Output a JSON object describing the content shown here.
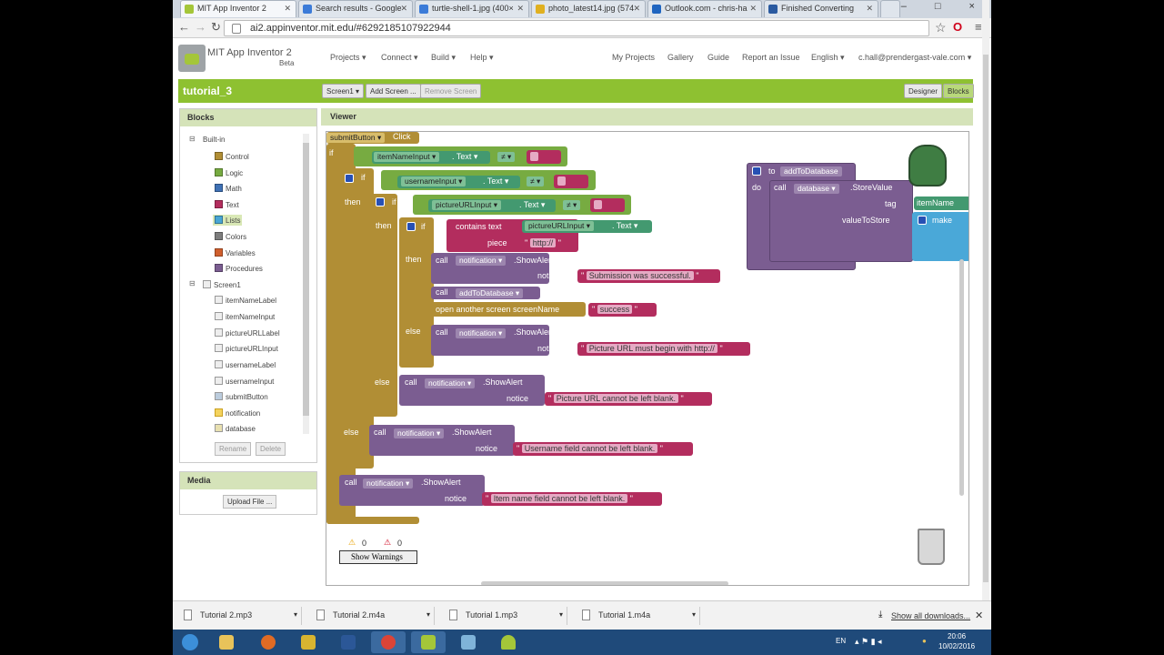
{
  "browser": {
    "tabs": [
      {
        "label": "MIT App Inventor 2",
        "color": "#a4c639"
      },
      {
        "label": "Search results - Google",
        "color": "#3b7bd8"
      },
      {
        "label": "turtle-shell-1.jpg (400×",
        "color": "#3b7bd8"
      },
      {
        "label": "photo_latest14.jpg (574",
        "color": "#e0b020"
      },
      {
        "label": "Outlook.com - chris-ha",
        "color": "#1f65c0"
      },
      {
        "label": "Finished Converting",
        "color": "#2a5aa0"
      }
    ],
    "url": "ai2.appinventor.mit.edu/#6292185107922944",
    "window_controls": "– □ ×"
  },
  "app": {
    "title": "MIT App Inventor 2",
    "beta": "Beta",
    "menus": [
      "Projects ▾",
      "Connect ▾",
      "Build ▾",
      "Help ▾"
    ],
    "right_links": [
      "My Projects",
      "Gallery",
      "Guide",
      "Report an Issue",
      "English ▾",
      "c.hall@prendergast-vale.com ▾"
    ]
  },
  "project": {
    "name": "tutorial_3",
    "screen_button": "Screen1 ▾",
    "add_screen": "Add Screen ...",
    "remove_screen": "Remove Screen",
    "designer": "Designer",
    "blocks": "Blocks"
  },
  "blocks_panel": {
    "title": "Blocks",
    "builtin": "Built-in",
    "categories": [
      {
        "label": "Control",
        "color": "#b18e35"
      },
      {
        "label": "Logic",
        "color": "#77ab41"
      },
      {
        "label": "Math",
        "color": "#3f71b5"
      },
      {
        "label": "Text",
        "color": "#b32d5e"
      },
      {
        "label": "Lists",
        "color": "#49a6d4"
      },
      {
        "label": "Colors",
        "color": "#7d7d7d"
      },
      {
        "label": "Variables",
        "color": "#d05f2d"
      },
      {
        "label": "Procedures",
        "color": "#7b5d91"
      }
    ],
    "screen": "Screen1",
    "components": [
      "itemNameLabel",
      "itemNameInput",
      "pictureURLLabel",
      "pictureURLInput",
      "usernameLabel",
      "usernameInput",
      "submitButton",
      "notification",
      "database"
    ],
    "rename": "Rename",
    "delete": "Delete"
  },
  "media": {
    "title": "Media",
    "upload": "Upload File ..."
  },
  "viewer": {
    "title": "Viewer",
    "event": {
      "component": "submitButton ▾",
      "event": "Click"
    },
    "kw": {
      "if": "if",
      "then": "then",
      "else": "else",
      "call": "call",
      "notice": "notice",
      "piece": "piece",
      "do": "do",
      "to": "to",
      "tag": "tag",
      "valueToStore": "valueToStore",
      "make": "make",
      "neq": "≠ ▾",
      "open_screen": "open another screen  screenName",
      "contains": "contains  text",
      "dot_text": ". Text ▾",
      "show_alert": ".ShowAlert",
      "store_value": ".StoreValue"
    },
    "components": {
      "itemNameInput": "itemNameInput ▾",
      "usernameInput": "usernameInput ▾",
      "pictureURLInput": "pictureURLInput ▾",
      "pictureURLInput2": "pictureURLInput ▾",
      "notification": "notification ▾",
      "database": "database ▾",
      "addToDatabase": "addToDatabase ▾",
      "proc_name": "addToDatabase",
      "itemName": "itemName"
    },
    "strings": {
      "http": "http://",
      "success_msg": "Submission was successful.",
      "success": "success",
      "url_begin": "Picture URL must begin with http://",
      "url_blank": "Picture URL cannot be left blank.",
      "user_blank": "Username field cannot be left blank.",
      "item_blank": "Item name field cannot be left blank."
    },
    "warnings": {
      "warn_count": "0",
      "error_count": "0",
      "show_warnings": "Show Warnings"
    }
  },
  "downloads": {
    "files": [
      "Tutorial 2.mp3",
      "Tutorial 2.m4a",
      "Tutorial 1.mp3",
      "Tutorial 1.m4a"
    ],
    "show_all": "Show all downloads..."
  },
  "taskbar": {
    "lang": "EN",
    "time": "20:06",
    "date": "10/02/2016"
  }
}
